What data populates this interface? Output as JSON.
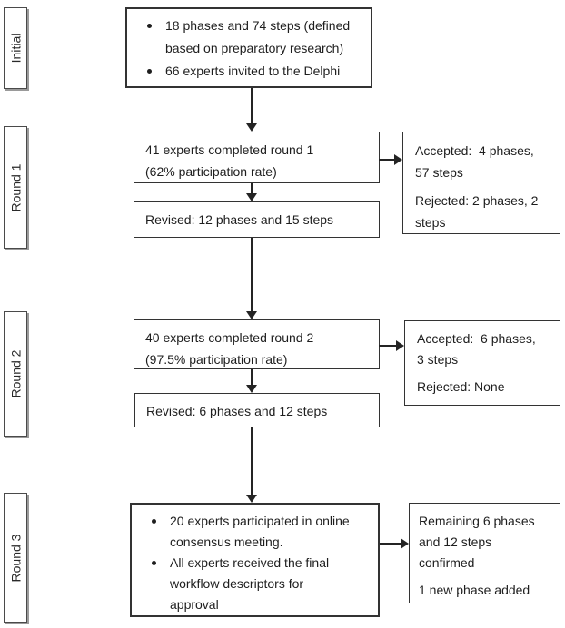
{
  "colors": {
    "background": "#ffffff",
    "box_border": "#333333",
    "text": "#1e1e1e",
    "arrow": "#242424"
  },
  "stage_labels": {
    "initial": "Initial",
    "round1": "Round 1",
    "round2": "Round 2",
    "round3": "Round 3"
  },
  "initial": {
    "bullets": [
      {
        "lines": [
          "18 phases and 74 steps (defined",
          "based on preparatory research)"
        ]
      },
      {
        "lines": [
          "66 experts invited to the Delphi"
        ]
      }
    ]
  },
  "round1": {
    "main": {
      "lines": [
        "41 experts completed round 1",
        "(62% participation rate)"
      ]
    },
    "revised": "Revised: 12 phases and 15 steps",
    "side": {
      "accepted_lines": [
        "Accepted:  4 phases,",
        "57 steps"
      ],
      "rejected_lines": [
        "Rejected: 2 phases, 2",
        "steps"
      ]
    }
  },
  "round2": {
    "main": {
      "lines": [
        "40 experts completed round 2",
        "(97.5% participation rate)"
      ]
    },
    "revised": "Revised: 6 phases and 12 steps",
    "side": {
      "accepted_lines": [
        "Accepted:  6 phases,",
        "3 steps"
      ],
      "rejected_lines": [
        "Rejected: None"
      ]
    }
  },
  "round3": {
    "bullets": [
      {
        "lines": [
          "20 experts participated in online",
          "consensus meeting."
        ]
      },
      {
        "lines": [
          "All experts received the final",
          "workflow descriptors for",
          "approval"
        ]
      }
    ],
    "side": {
      "confirmed_lines": [
        "Remaining 6 phases",
        "and 12 steps",
        "confirmed"
      ],
      "added_lines": [
        "1 new phase added"
      ]
    }
  }
}
